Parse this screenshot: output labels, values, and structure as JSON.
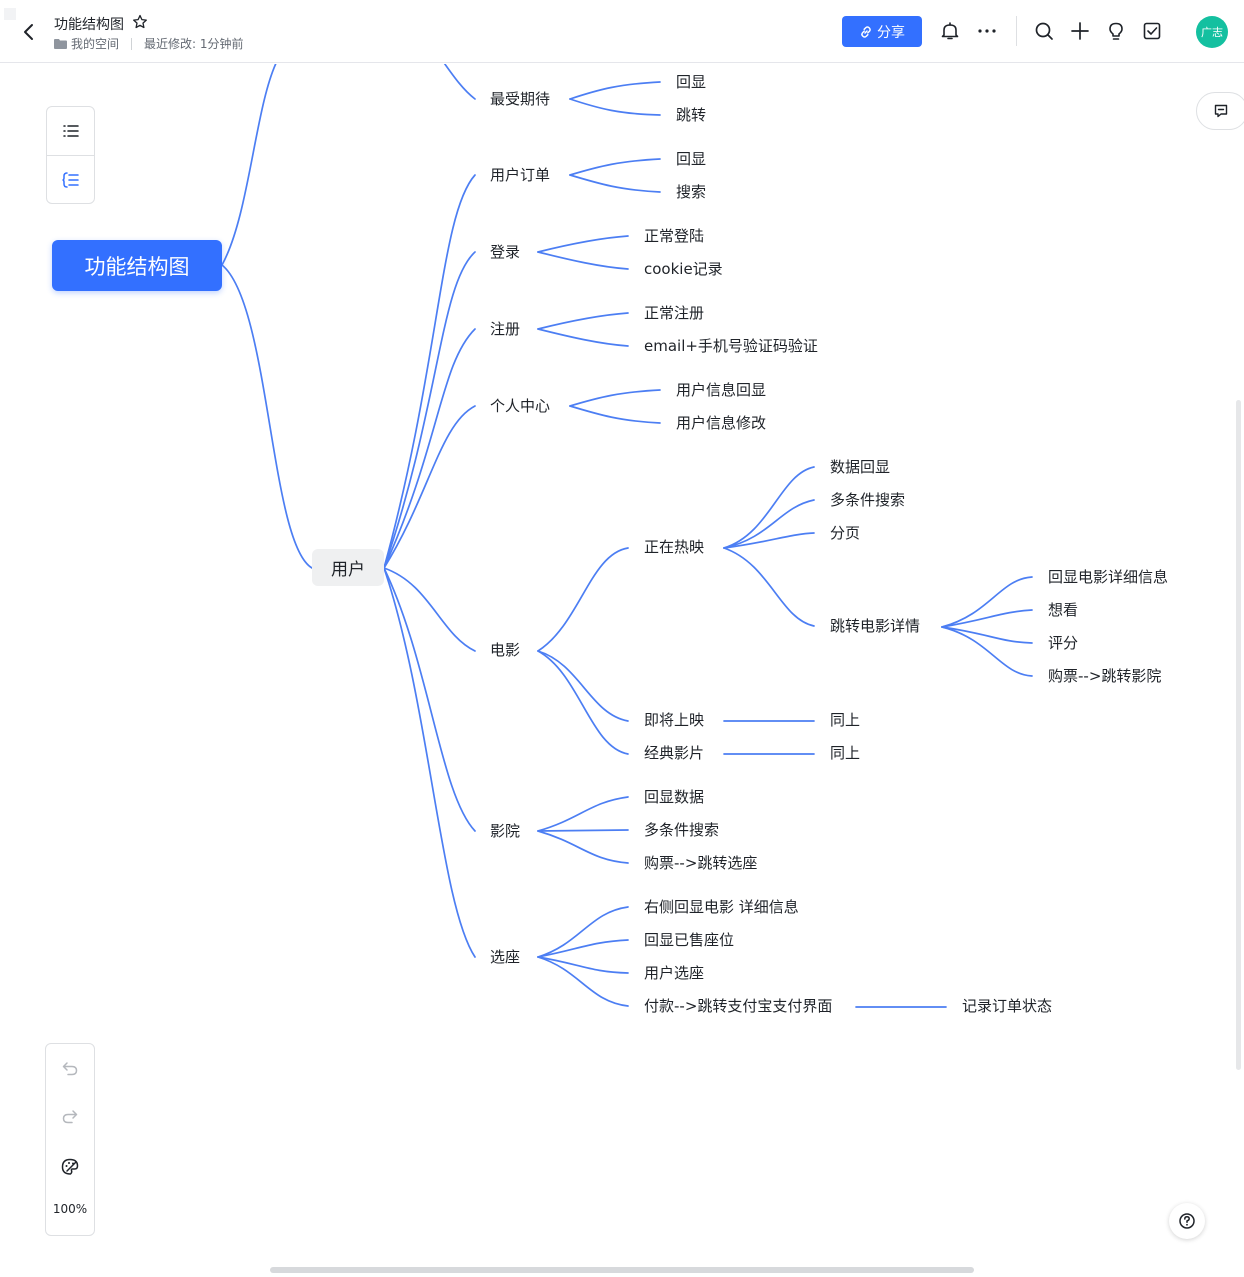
{
  "header": {
    "doc_title": "功能结构图",
    "location": "我的空间",
    "last_modified": "最近修改: 1分钟前",
    "share_label": "分享",
    "avatar_text": "广志"
  },
  "colors": {
    "accent": "#3370ff",
    "link_line": "#4c7ef3",
    "avatar_bg": "#14c0a0",
    "user_node_bg": "#eff0f1"
  },
  "mindmap": {
    "root": "功能结构图",
    "user": "用户",
    "nodes": {
      "n_zsqd": "最受期待",
      "n_zsqd_1": "回显",
      "n_zsqd_2": "跳转",
      "n_yhdd": "用户订单",
      "n_yhdd_1": "回显",
      "n_yhdd_2": "搜索",
      "n_dl": "登录",
      "n_dl_1": "正常登陆",
      "n_dl_2": "cookie记录",
      "n_zc": "注册",
      "n_zc_1": "正常注册",
      "n_zc_2": "email+手机号验证码验证",
      "n_grzx": "个人中心",
      "n_grzx_1": "用户信息回显",
      "n_grzx_2": "用户信息修改",
      "n_dy": "电影",
      "n_zzry": "正在热映",
      "n_zzry_1": "数据回显",
      "n_zzry_2": "多条件搜索",
      "n_zzry_3": "分页",
      "n_tzdyxq": "跳转电影详情",
      "n_tzdyxq_1": "回显电影详细信息",
      "n_tzdyxq_2": "想看",
      "n_tzdyxq_3": "评分",
      "n_tzdyxq_4": "购票-->跳转影院",
      "n_jjsy": "即将上映",
      "n_jjsy_1": "同上",
      "n_jdyp": "经典影片",
      "n_jdyp_1": "同上",
      "n_yy": "影院",
      "n_yy_1": "回显数据",
      "n_yy_2": "多条件搜索",
      "n_yy_3": "购票-->跳转选座",
      "n_xz": "选座",
      "n_xz_1": "右侧回显电影 详细信息",
      "n_xz_2": "回显已售座位",
      "n_xz_3": "用户选座",
      "n_xz_4": "付款-->跳转支付宝支付界面",
      "n_xz_4_1": "记录订单状态"
    }
  },
  "toolbar": {
    "zoom": "100%"
  }
}
